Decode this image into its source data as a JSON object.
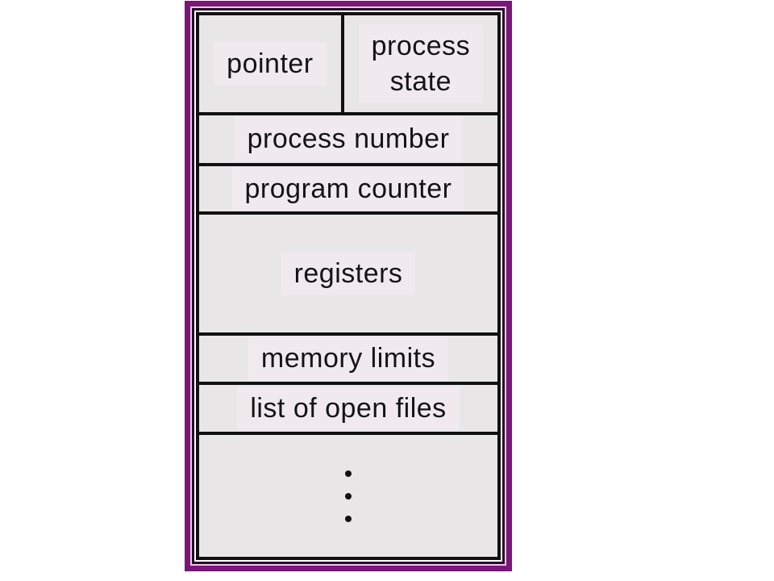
{
  "pcb": {
    "top_row": {
      "left_label": "pointer",
      "right_label_line1": "process",
      "right_label_line2": "state"
    },
    "rows": [
      "process number",
      "program counter",
      "registers",
      "memory limits",
      "list of open files"
    ],
    "ellipsis": {
      "dot_count": 3
    }
  },
  "colors": {
    "frame_purple": "#7a157a",
    "frame_pink_line": "#ecc9e4",
    "frame_dark_line": "#260a28",
    "table_border": "#111111",
    "cell_background": "#e9e6e8",
    "text_highlight": "#f0eaee",
    "text": "#141414",
    "page_background": "#ffffff"
  }
}
